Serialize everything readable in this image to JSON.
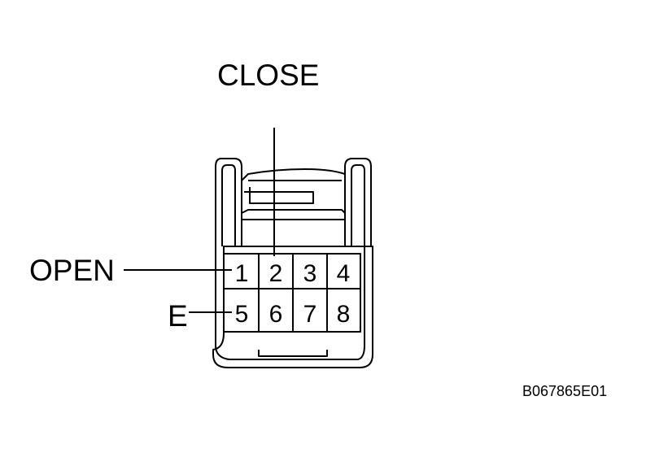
{
  "labels": {
    "close": "CLOSE",
    "open": "OPEN",
    "ground": "E"
  },
  "connector": {
    "pins_top": [
      "1",
      "2",
      "3",
      "4"
    ],
    "pins_bottom": [
      "5",
      "6",
      "7",
      "8"
    ]
  },
  "figure_code": "B067865E01"
}
